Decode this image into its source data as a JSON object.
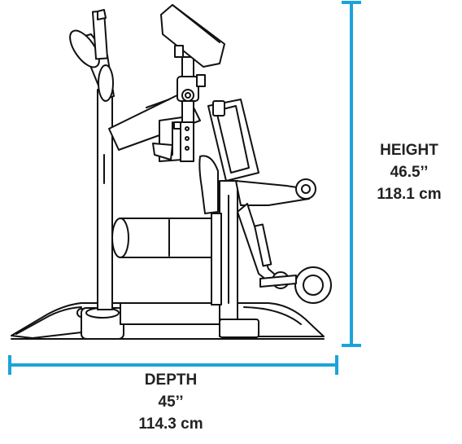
{
  "dimensions": {
    "height": {
      "title": "HEIGHT",
      "imperial": "46.5’’",
      "metric": "118.1 cm"
    },
    "depth": {
      "title": "DEPTH",
      "imperial": "45’’",
      "metric": "114.3 cm"
    }
  },
  "colors": {
    "dimension_line": "#1BA3DB",
    "machine_stroke": "#111111",
    "machine_fill": "#ffffff",
    "label_text": "#222222"
  }
}
